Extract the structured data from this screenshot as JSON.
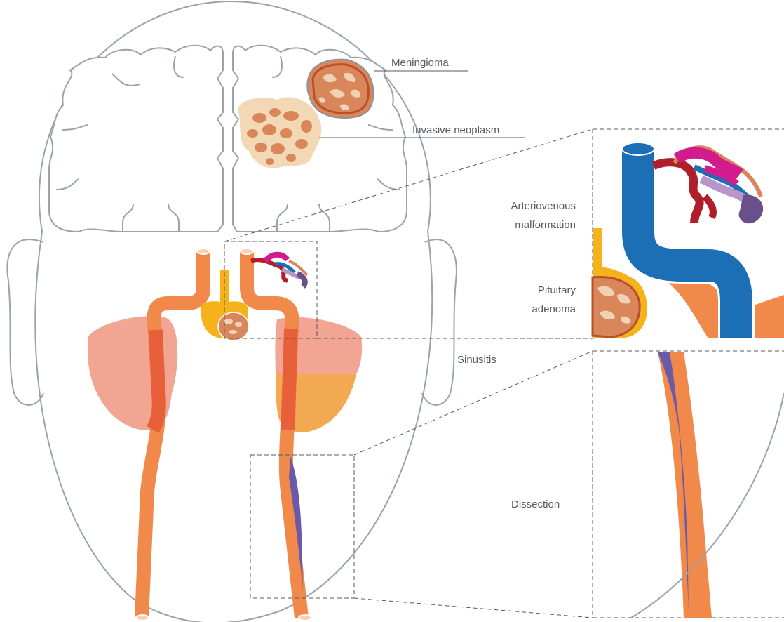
{
  "labels": {
    "meningioma": "Meningioma",
    "invasive_neoplasm": "Invasive neoplasm",
    "avm_line1": "Arteriovenous",
    "avm_line2": "malformation",
    "pituitary_line1": "Pituitary",
    "pituitary_line2": "adenoma",
    "sinusitis": "Sinusitis",
    "dissection": "Dissection"
  },
  "colors": {
    "artery": "#f0894a",
    "artery_dark": "#e8603a",
    "sinus": "#ef9b86",
    "sinus_lower": "#f2a449",
    "pituitary_stalk": "#f6b21b",
    "tumor_fill": "#d9865a",
    "tumor_outline": "#b8502a",
    "tumor_light": "#f0d2b4",
    "neoplasm_bg": "#f3d8b6",
    "vein_blue": "#1c6fb5",
    "avm_red": "#b01e2a",
    "avm_magenta": "#d21b8c",
    "avm_purple": "#6b4f8a",
    "avm_lilac": "#b996c9",
    "dissection_purple": "#6b5aa8",
    "outline_gray": "#9aa3a8",
    "label_gray": "#555a5f"
  }
}
